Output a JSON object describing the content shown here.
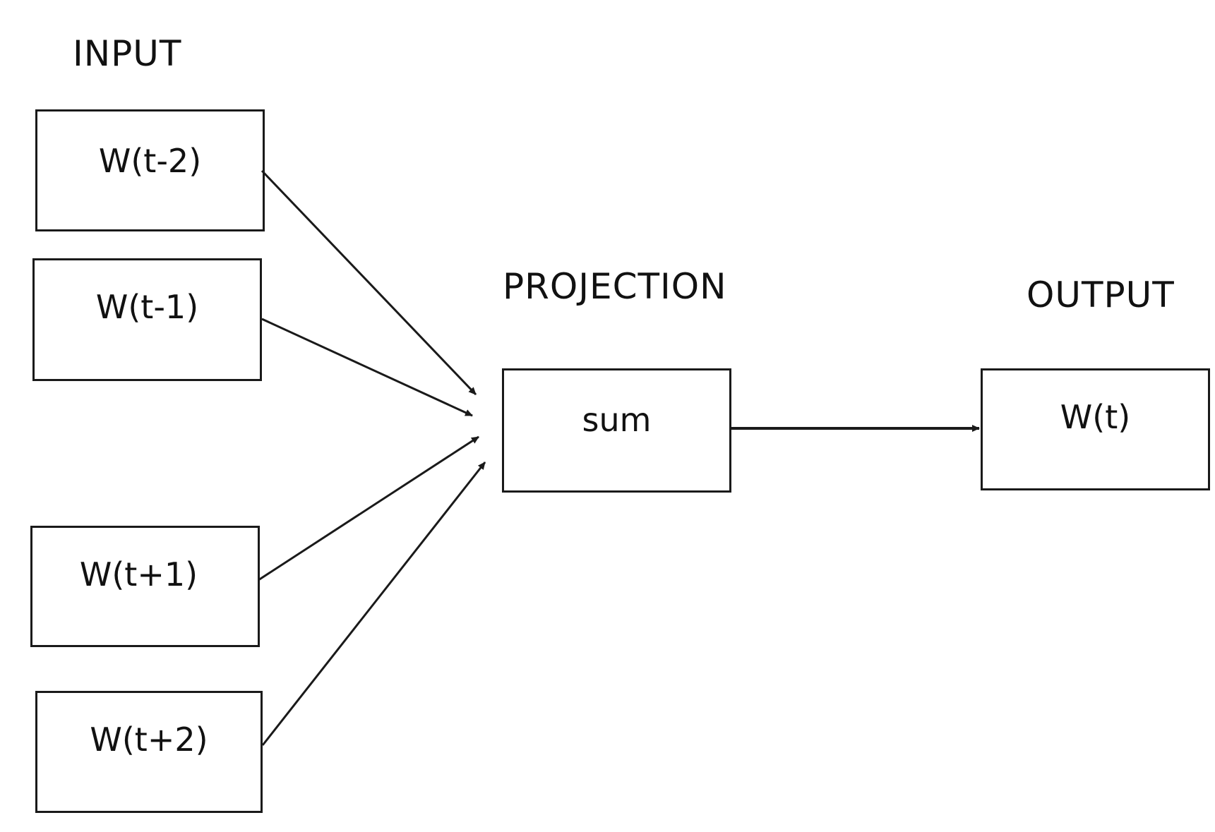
{
  "labels": {
    "input": "INPUT",
    "projection": "PROJECTION",
    "output": "OUTPUT"
  },
  "nodes": {
    "w_t_minus_2": "W(t-2)",
    "w_t_minus_1": "W(t-1)",
    "w_t_plus_1": "W(t+1)",
    "w_t_plus_2": "W(t+2)",
    "sum": "sum",
    "w_t": "W(t)"
  },
  "edges": [
    {
      "from": "w_t_minus_2",
      "to": "sum"
    },
    {
      "from": "w_t_minus_1",
      "to": "sum"
    },
    {
      "from": "w_t_plus_1",
      "to": "sum"
    },
    {
      "from": "w_t_plus_2",
      "to": "sum"
    },
    {
      "from": "sum",
      "to": "w_t"
    }
  ],
  "colors": {
    "stroke": "#1a1a1a",
    "background": "#ffffff"
  }
}
